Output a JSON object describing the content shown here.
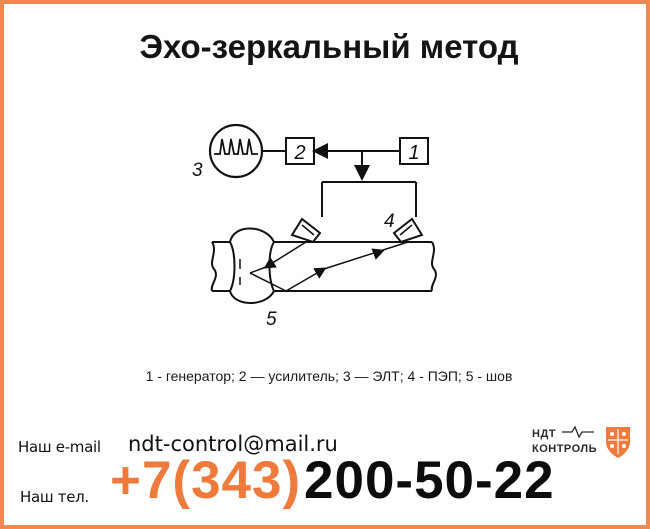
{
  "title": "Эхо-зеркальный метод",
  "diagram": {
    "labels": {
      "generator": "1",
      "amplifier": "2",
      "crt": "3",
      "transducer": "4",
      "weld": "5"
    }
  },
  "caption": "1 - генератор; 2 — усилитель; 3 — ЭЛТ; 4 - ПЭП; 5 - шов",
  "contacts": {
    "email_label": "Наш e-mail",
    "email": "ndt-control@mail.ru",
    "phone_label": "Наш тел.",
    "phone_code": "+7(343)",
    "phone_number": "200-50-22"
  },
  "logo": {
    "line1": "НДТ",
    "line2": "КОНТРОЛЬ",
    "accent_color": "#ee7a3c"
  },
  "colors": {
    "border": "#ee8a4f",
    "phone_code": "#ee7a3c"
  }
}
